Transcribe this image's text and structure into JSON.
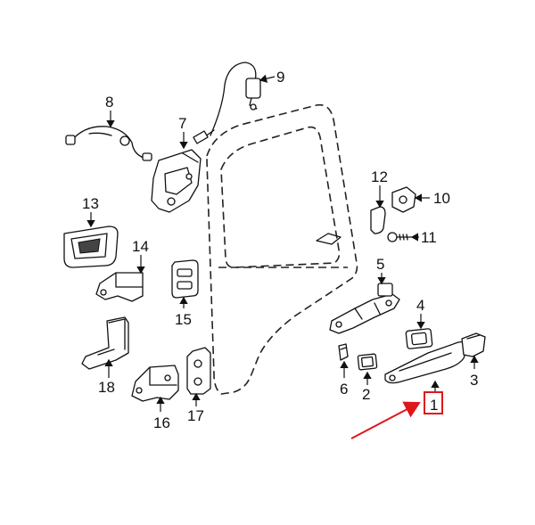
{
  "callouts": [
    "1",
    "2",
    "3",
    "4",
    "5",
    "6",
    "7",
    "8",
    "9",
    "10",
    "11",
    "12",
    "13",
    "14",
    "15",
    "16",
    "17",
    "18"
  ],
  "colors": {
    "highlight": "#e0161b",
    "line": "#111111",
    "background": "#ffffff"
  }
}
